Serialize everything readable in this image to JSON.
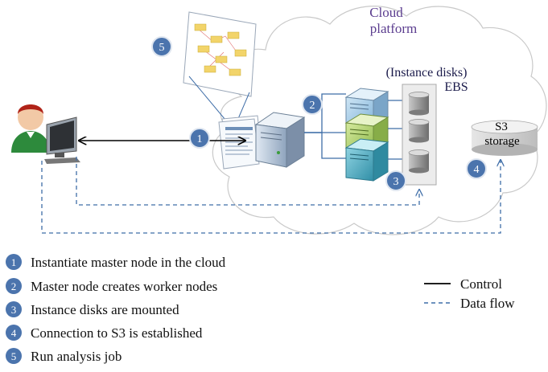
{
  "cloud": {
    "title_line1": "Cloud",
    "title_line2": "platform"
  },
  "instance_disks": {
    "line1": "(Instance disks)",
    "line2": "EBS"
  },
  "s3": {
    "line1": "S3",
    "line2": "storage"
  },
  "badges": {
    "b1": "1",
    "b2": "2",
    "b3": "3",
    "b4": "4",
    "b5": "5"
  },
  "steps": [
    {
      "num": "1",
      "text": "Instantiate master node in the cloud"
    },
    {
      "num": "2",
      "text": "Master node creates worker nodes"
    },
    {
      "num": "3",
      "text": "Instance disks are mounted"
    },
    {
      "num": "4",
      "text": "Connection to S3 is established"
    },
    {
      "num": "5",
      "text": "Run analysis job"
    }
  ],
  "legend": {
    "control": "Control",
    "data_flow": "Data flow"
  },
  "colors": {
    "cloud_text": "#5b3d8f",
    "badge_fill": "#4b74ad",
    "line_blue": "#3f6ea8",
    "server_blue": "#a9cde8",
    "server_green": "#b6d67a",
    "server_teal": "#5fb6c9"
  }
}
